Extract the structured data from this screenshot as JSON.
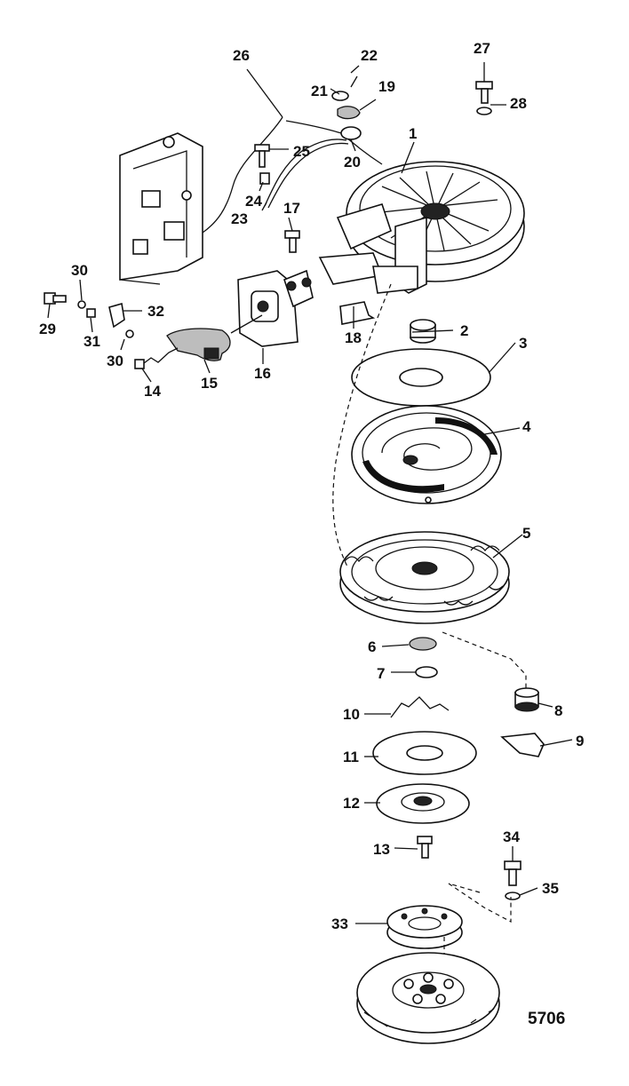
{
  "figure_number": "5706",
  "callouts": [
    "1",
    "2",
    "3",
    "4",
    "5",
    "6",
    "7",
    "8",
    "9",
    "10",
    "11",
    "12",
    "13",
    "14",
    "15",
    "16",
    "17",
    "18",
    "19",
    "20",
    "21",
    "22",
    "23",
    "24",
    "25",
    "26",
    "27",
    "28",
    "29",
    "30",
    "30",
    "31",
    "32",
    "33",
    "34",
    "35"
  ]
}
